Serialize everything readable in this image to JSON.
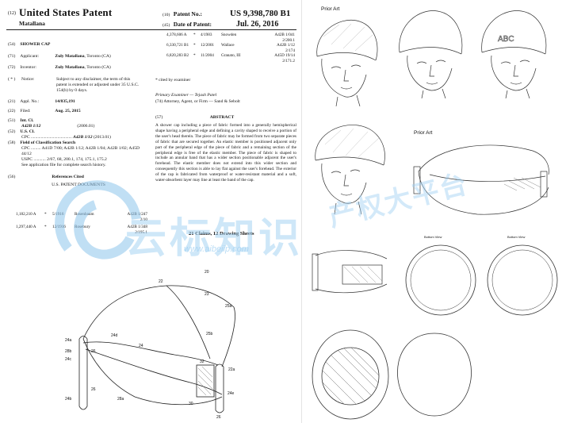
{
  "header": {
    "left_code": "(12)",
    "title": "United States Patent",
    "inventor_name": "Matallana",
    "patent_no_code": "(10)",
    "patent_no_label": "Patent No.:",
    "patent_no": "US 9,398,780 B1",
    "date_code": "(45)",
    "date_label": "Date of Patent:",
    "date": "Jul. 26, 2016"
  },
  "fields": {
    "title_code": "(54)",
    "title": "SHOWER CAP",
    "applicant_code": "(71)",
    "applicant_label": "Applicant:",
    "applicant_name": "Zuly Matallana",
    "applicant_loc": ", Toronto (CA)",
    "inventor_code": "(72)",
    "inventor_label": "Inventor:",
    "inventor_name": "Zuly Matallana",
    "inventor_loc": ", Toronto (CA)",
    "notice_code": "( * )",
    "notice_label": "Notice:",
    "notice_text": "Subject to any disclaimer, the term of this patent is extended or adjusted under 35 U.S.C. 154(b) by 0 days.",
    "appl_code": "(21)",
    "appl_label": "Appl. No.:",
    "appl_no": "14/835,191",
    "filed_code": "(22)",
    "filed_label": "Filed:",
    "filed_date": "Aug. 25, 2015",
    "intcl_code": "(51)",
    "intcl_label": "Int. Cl.",
    "intcl_class": "A42B 1/12",
    "intcl_date": "(2006.01)",
    "uscl_code": "(52)",
    "uscl_label": "U.S. Cl.",
    "cpc_label": "CPC",
    "cpc_value": "A42B 1/12",
    "cpc_date": "(2013.01)",
    "field_code": "(58)",
    "field_label": "Field of Classification Search",
    "field_cpc": "CPC ......... A41D 7/00; A42B 1/12; A42B 1/04; A42B 1/02; A45D 44/12",
    "field_uspc": "USPC ........... 2/67, 68, 200.1, 174, 175.1, 175.2",
    "field_note": "See application file for complete search history.",
    "refs_code": "(56)",
    "refs_label": "References Cited",
    "refs_sub": "U.S. PATENT DOCUMENTS"
  },
  "refs_left": [
    {
      "no": "1,182,210 A",
      "star": "*",
      "date": "5/1916",
      "name": "Rosenbaum",
      "cls": "A42B 1/247",
      "cls2": "2/10"
    },
    {
      "no": "1,297,440 A",
      "star": "*",
      "date": "12/1916",
      "name": "Rosebury",
      "cls": "A42B 1/348",
      "cls2": "2/195.1"
    }
  ],
  "refs_right": [
    {
      "no": "4,378,606 A",
      "star": "*",
      "date": "4/1983",
      "name": "Snowden",
      "cls": "A42B 1/041",
      "cls2": "2/200.1"
    },
    {
      "no": "6,330,721 B1",
      "star": "*",
      "date": "12/2001",
      "name": "Wallace",
      "cls": "A42B 1/12",
      "cls2": "2/174"
    },
    {
      "no": "6,820,283 B2",
      "star": "*",
      "date": "11/2004",
      "name": "Granato, III",
      "cls": "A45D 19/14",
      "cls2": "2/171.2"
    }
  ],
  "right_col": {
    "cited": "* cited by examiner",
    "examiner": "Primary Examiner — Tejash Patel",
    "agent": "(74) Attorney, Agent, or Firm — Sand & Sebolt",
    "abstract_code": "(57)",
    "abstract_label": "ABSTRACT",
    "abstract_text": "A shower cap including a piece of fabric formed into a generally hemispherical shape having a peripheral edge and defining a cavity shaped to receive a portion of the user's head therein. The piece of fabric may be formed from two separate pieces of fabric that are secured together. An elastic member is positioned adjacent only part of the peripheral edge of the piece of fabric and a remaining section of the peripheral edge is free of the elastic member. The piece of fabric is shaped to include an annular band that has a wider section positionable adjacent the user's forehead. The elastic member does not extend into this wider section and consequently this section is able to lay flat against the user's forehead. The exterior of the cap is fabricated from waterproof or water-resistant material and a soft, water-absorbent layer may line at least the band of the cap."
  },
  "claims": "21 Claims, 12 Drawing Sheets",
  "drawing_labels": [
    "20",
    "22",
    "23",
    "25a",
    "24a",
    "24",
    "24d",
    "28b",
    "26",
    "24c",
    "25b",
    "32",
    "22a",
    "28a",
    "26",
    "24b",
    "30",
    "26",
    "24e"
  ],
  "drawings": {
    "prior_art_1": "Prior Art",
    "prior_art_2": "Prior Art",
    "cap_text": "ABC",
    "fig_bottom_view_1": "Bottom View",
    "fig_bottom_view_2": "Bottom View"
  },
  "watermark": {
    "cn_top": "云标知识",
    "cn_bottom": "产权大平台",
    "url": "www.aibeiip.com"
  }
}
